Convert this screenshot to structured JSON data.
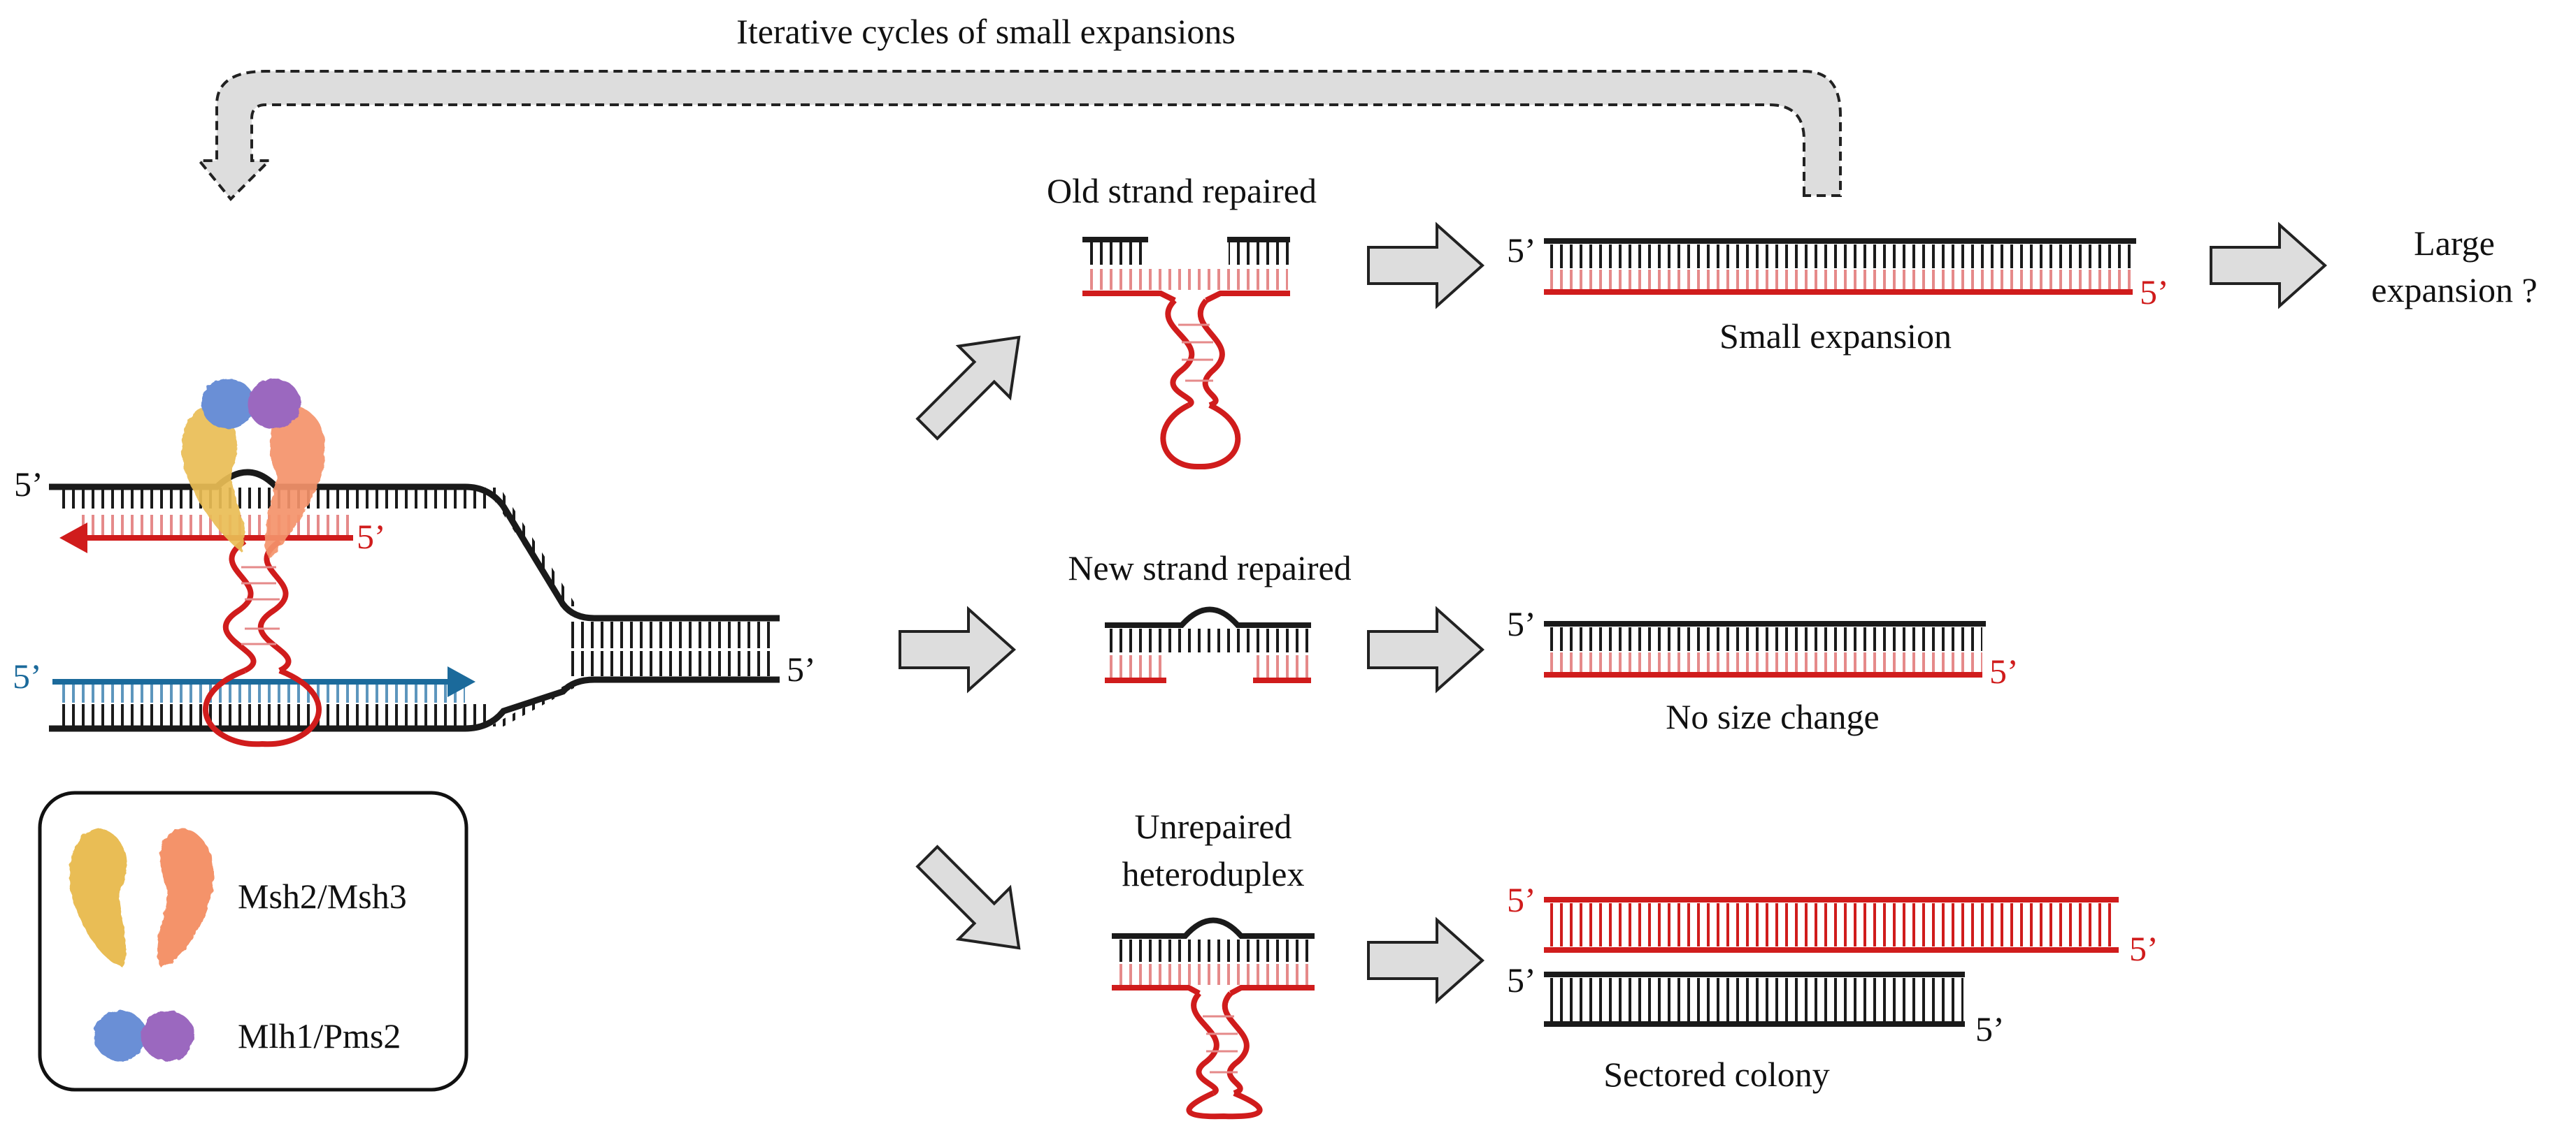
{
  "colors": {
    "template_strand": "#1a1a1a",
    "nascent_strand": "#d01c1c",
    "nascent_tick": "#e58a8a",
    "leading_strand": "#1b6a9b",
    "arrow_fill": "#dddddd",
    "arrow_stroke": "#222222",
    "msh2": "#e9bd55",
    "msh3": "#f4936a",
    "mlh1": "#6a8fd6",
    "pms2": "#9b68bf"
  },
  "labels": {
    "iterative_cycles": "Iterative cycles of small expansions",
    "old_strand_repaired": "Old strand repaired",
    "new_strand_repaired": "New strand repaired",
    "unrepaired_line1": "Unrepaired",
    "unrepaired_line2": "heteroduplex",
    "small_expansion": "Small expansion",
    "large_expansion_line1": "Large",
    "large_expansion_line2": "expansion ?",
    "no_size_change": "No size change",
    "sectored_colony": "Sectored colony",
    "five_prime": "5’"
  },
  "legend": [
    {
      "label": "Msh2/Msh3",
      "icon": "msh2-msh3-icon"
    },
    {
      "label": "Mlh1/Pms2",
      "icon": "mlh1-pms2-icon"
    }
  ]
}
